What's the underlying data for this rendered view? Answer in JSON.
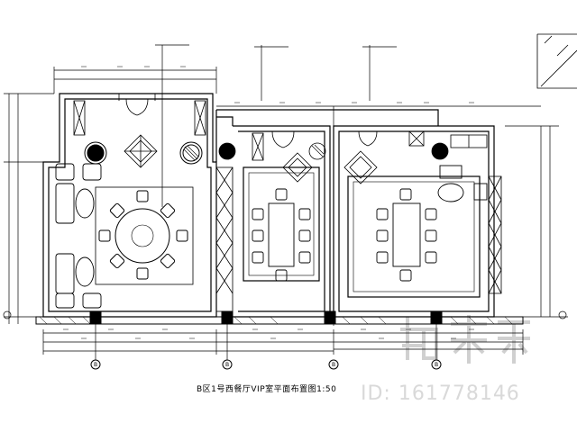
{
  "drawing": {
    "caption": "B区1号西餐厅VIP室平面布置图1:50",
    "watermark_id": "ID: 161778146",
    "watermark_brand": "知末",
    "axis_markers": [
      "B",
      "B",
      "B",
      "B"
    ]
  }
}
